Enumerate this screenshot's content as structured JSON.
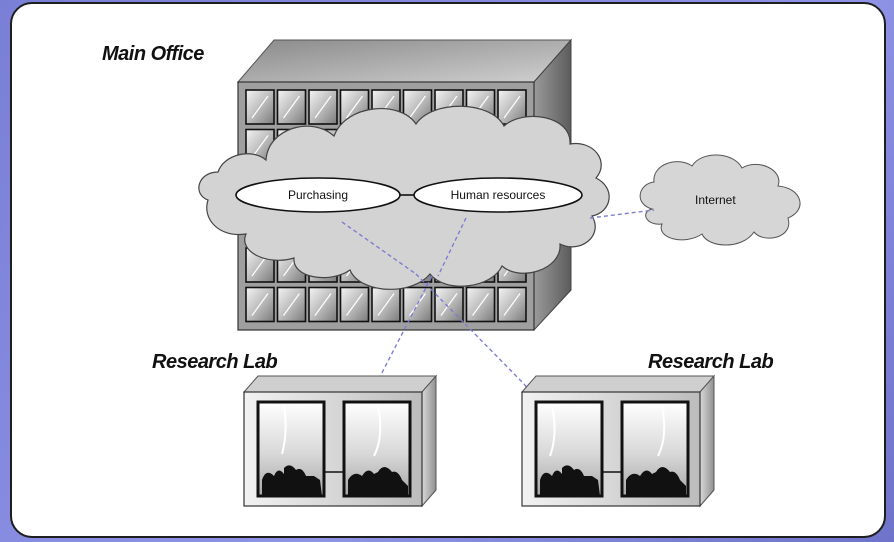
{
  "diagram": {
    "main_office_label": "Main Office",
    "research_lab_left_label": "Research Lab",
    "research_lab_right_label": "Research Lab",
    "purchasing_label": "Purchasing",
    "human_resources_label": "Human resources",
    "internet_label": "Internet"
  },
  "colors": {
    "background": "#7f84dc",
    "connection": "#7d7fd0",
    "cloud_fill": "#d6d6d6"
  }
}
